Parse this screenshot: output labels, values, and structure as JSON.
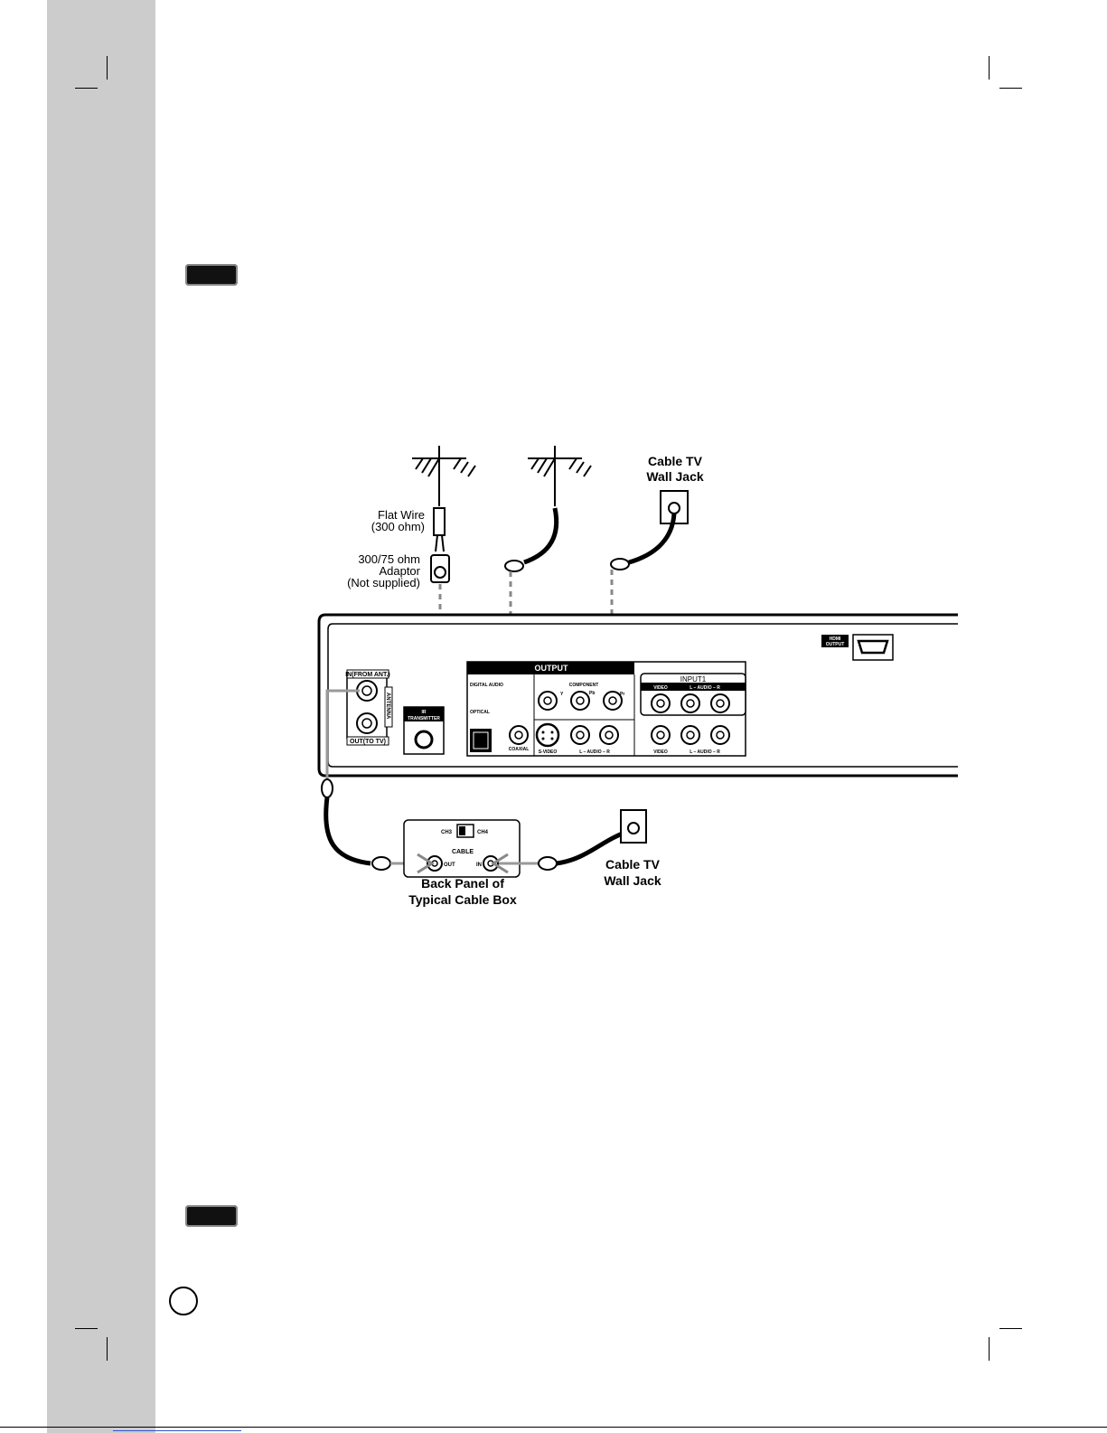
{
  "diagram": {
    "labels": {
      "flat_wire_line1": "Flat Wire",
      "flat_wire_line2": "(300 ohm)",
      "adaptor_line1": "300/75 ohm",
      "adaptor_line2": "Adaptor",
      "adaptor_line3": "(Not supplied)",
      "cable_tv_top_line1": "Cable TV",
      "cable_tv_top_line2": "Wall Jack",
      "cable_tv_bottom_line1": "Cable TV",
      "cable_tv_bottom_line2": "Wall Jack",
      "cable_box_line1": "Back Panel of",
      "cable_box_line2": "Typical Cable Box"
    },
    "rear_panel": {
      "in_from_ant": "IN(FROM ANT.)",
      "out_to_tv": "OUT(TO TV)",
      "antenna": "ANTENNA",
      "ir_line1": "IR",
      "ir_line2": "TRANSMITTER",
      "output": "OUTPUT",
      "digital_audio": "DIGITAL AUDIO",
      "optical": "OPTICAL",
      "coaxial": "COAXIAL",
      "component": "COMPONENT",
      "y": "Y",
      "pb": "Pb",
      "pr": "Pr",
      "s_video": "S-VIDEO",
      "audio_lr": "L – AUDIO – R",
      "input1": "INPUT1",
      "video_top": "VIDEO",
      "audio_lr_top": "L – AUDIO – R",
      "video_bottom": "VIDEO",
      "audio_lr_bottom": "L – AUDIO – R",
      "hdmi_line1": "HDMI",
      "hdmi_line2": "OUTPUT"
    },
    "cable_box": {
      "ch3": "CH3",
      "ch4": "CH4",
      "cable": "CABLE",
      "out": "OUT",
      "in": "IN"
    }
  }
}
